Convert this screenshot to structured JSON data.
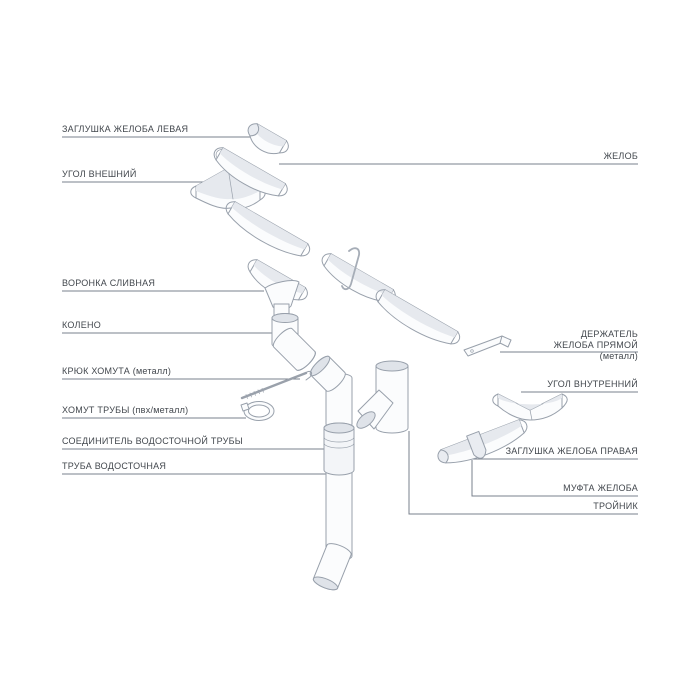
{
  "diagram": {
    "subject": "gutter-drainage-system-parts"
  },
  "colors": {
    "background": "#ffffff",
    "leader_line": "#79818c",
    "drawing_stroke": "#98a0ab",
    "label_text": "#42474d"
  },
  "labels": {
    "left": [
      {
        "text": "ЗАГЛУШКА ЖЕЛОБА ЛЕВАЯ"
      },
      {
        "text": "УГОЛ ВНЕШНИЙ"
      },
      {
        "text": "ВОРОНКА СЛИВНАЯ"
      },
      {
        "text": "КОЛЕНО"
      },
      {
        "text": "КРЮК ХОМУТА (металл)"
      },
      {
        "text": "ХОМУТ ТРУБЫ (пвх/металл)"
      },
      {
        "text": "СОЕДИНИТЕЛЬ ВОДОСТОЧНОЙ ТРУБЫ"
      },
      {
        "text": "ТРУБА ВОДОСТОЧНАЯ"
      }
    ],
    "right": [
      {
        "text": "ЖЕЛОБ"
      },
      {
        "text": "ДЕРЖАТЕЛЬ ЖЕЛОБА ПРЯМОЙ (металл)"
      },
      {
        "text": "УГОЛ ВНУТРЕННИЙ"
      },
      {
        "text": "ЗАГЛУШКА ЖЕЛОБА ПРАВАЯ"
      },
      {
        "text": "МУФТА ЖЕЛОБА"
      },
      {
        "text": "ТРОЙНИК"
      }
    ]
  }
}
